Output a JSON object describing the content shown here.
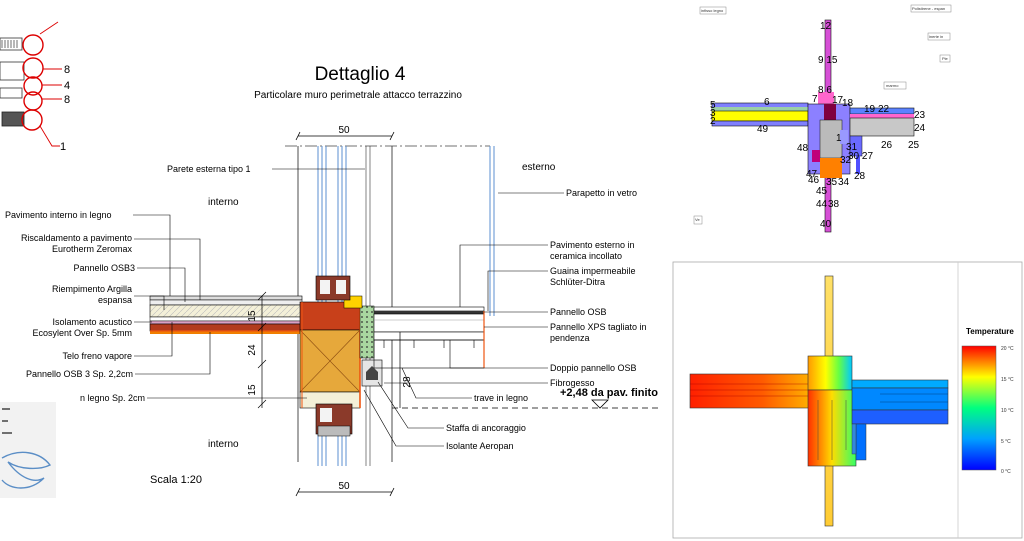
{
  "detail": {
    "title": "Dettaglio 4",
    "subtitle": "Particolare muro perimetrale attacco terrazzino",
    "dim_top": "50",
    "dim_bottom": "50",
    "dims_vertical": [
      "15",
      "24",
      "15",
      "28"
    ],
    "scale": "Scala 1:20",
    "interno_top": "interno",
    "interno_bottom": "interno",
    "esterno": "esterno",
    "level": "+2,48 da pav. finito",
    "labels_left": [
      "Pavimento interno in legno",
      "Riscaldamento a pavimento",
      "Eurotherm Zeromax",
      "Pannello OSB3",
      "Riempimento Argilla",
      "espansa",
      "Isolamento acustico",
      "Ecosylent Over Sp. 5mm",
      "Telo freno vapore",
      "Pannello OSB 3 Sp. 2,2cm",
      "n legno Sp. 2cm"
    ],
    "labels_right": [
      "Parete esterna tipo 1",
      "Parapetto in vetro",
      "Pavimento esterno in",
      "ceramica incollato",
      "Guaina impermeabile",
      "Schlüter-Ditra",
      "Pannello OSB",
      "Pannello XPS tagliato in",
      "pendenza",
      "Doppio pannello OSB",
      "Fibrogesso",
      "trave in legno",
      "Staffa di ancoraggio",
      "Isolante Aeropan"
    ]
  },
  "key_detail": {
    "numbers": [
      "8",
      "4",
      "8",
      "1"
    ]
  },
  "model": {
    "tags": [
      "infisso legno",
      "Polistirene - espan",
      "inerte in",
      "marmo",
      "Pie",
      "Ve"
    ],
    "numbers": [
      "12",
      "9 15",
      "8 6",
      "7",
      "17",
      "18",
      "19",
      "22",
      "23",
      "5",
      "3",
      "2",
      "6",
      "49",
      "24",
      "48",
      "26",
      "25",
      "1",
      "31",
      "30 27",
      "32",
      "47",
      "46",
      "35",
      "34",
      "28",
      "45",
      "44",
      "38",
      "40"
    ]
  },
  "thermal": {
    "legend_title": "Temperature",
    "legend_ticks": [
      "20 °C",
      "15 °C",
      "10 °C",
      "5 °C",
      "0 °C"
    ],
    "colors": {
      "hot": "#ff1a00",
      "warm": "#ffff00",
      "mid": "#00ff66",
      "cool": "#00c8ff",
      "cold": "#0000ff"
    }
  }
}
